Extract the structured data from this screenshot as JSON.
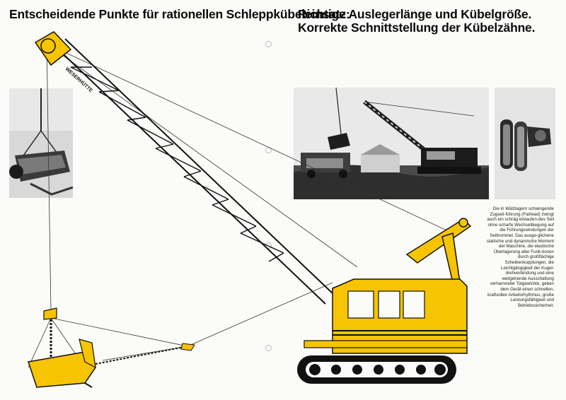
{
  "page": {
    "heading_left": "Entscheidende Punkte für rationellen Schleppkübeleinsatz:",
    "heading_right": "Richtige Auslegerlänge und Kübelgröße. Korrekte Schnittstellung der Kübelzähne.",
    "caption": "Die in Wälzlagern schwingende Zugseil-führung (Fairlead) zwingt auch ein schräg einlaufen-des Seil ohne scharfe Wechselbiegung auf die Führungswindungen der Seiltrommel. Das ausge-glichene statische und dynamische Moment der Maschine, die elastische Überlagerung aller Funk-tionen durch großflächige Scheibenkupplungen, die Leichtgängigkeit der Kugel-drehverbindung und eine weitgehende Ausschaltung verharrender Totgewichte, geben dem Gerät einen schnellen, kraftvollen Arbeitsrhythmus, große Leistungsfähigkeit und Betriebssicherheit.",
    "boom_brand": "WESERHÜTTE"
  },
  "colors": {
    "machine_yellow": "#f6c400",
    "outline": "#111111",
    "paper": "#fbfbf9"
  },
  "images": {
    "bucket_photo": "dragline bucket with chains, black and white",
    "site_photo": "dragline excavator loading truck at construction site, black and white",
    "detail_photo": "fairlead rollers detail, black and white"
  }
}
